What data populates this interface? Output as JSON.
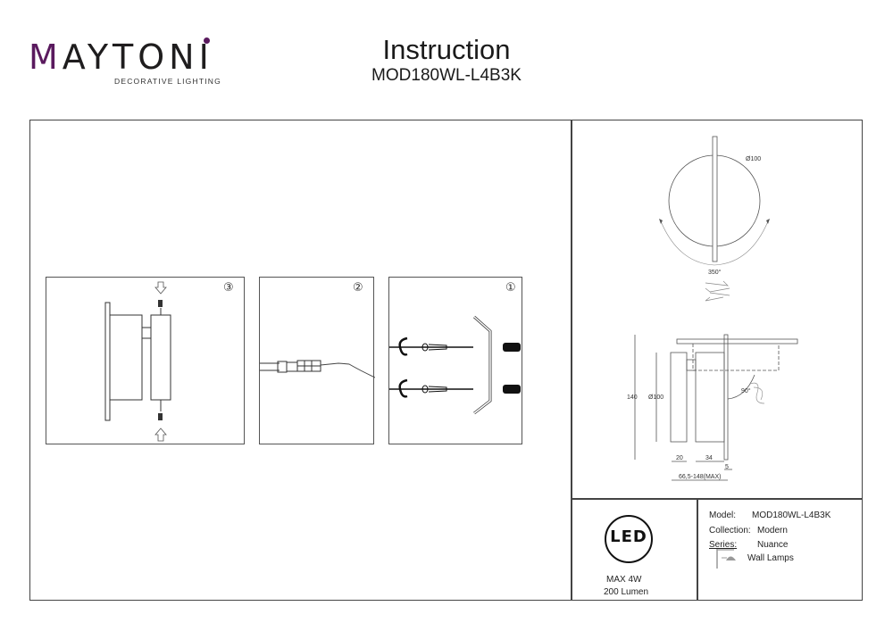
{
  "brand": {
    "name": "MAYTONI",
    "tagline": "DECORATIVE LIGHTING",
    "accent_color": "#5a1a5e"
  },
  "header": {
    "title": "Instruction",
    "model_code": "MOD180WL-L4B3K"
  },
  "steps": [
    {
      "number": "③",
      "icon": "mount-lamp-screws"
    },
    {
      "number": "②",
      "icon": "wire-connector"
    },
    {
      "number": "①",
      "icon": "bracket-anchors"
    }
  ],
  "dimensions_front": {
    "diameter": "Ø100",
    "rotation": "350°"
  },
  "dimensions_side": {
    "height": "140",
    "diameter": "Ø100",
    "tilt": "90°",
    "depth_a": "20",
    "depth_b": "34",
    "plate": "5",
    "total_depth": "66,5-148(MAX)"
  },
  "specs": {
    "led_label": "LED",
    "max_power": "MAX 4W",
    "lumen": "200 Lumen"
  },
  "info": {
    "model_label": "Model:",
    "model_value": "MOD180WL-L4B3K",
    "collection_label": "Collection:",
    "collection_value": "Modern",
    "series_label": "Series:",
    "series_value": "Nuance",
    "type_value": "Wall Lamps"
  }
}
